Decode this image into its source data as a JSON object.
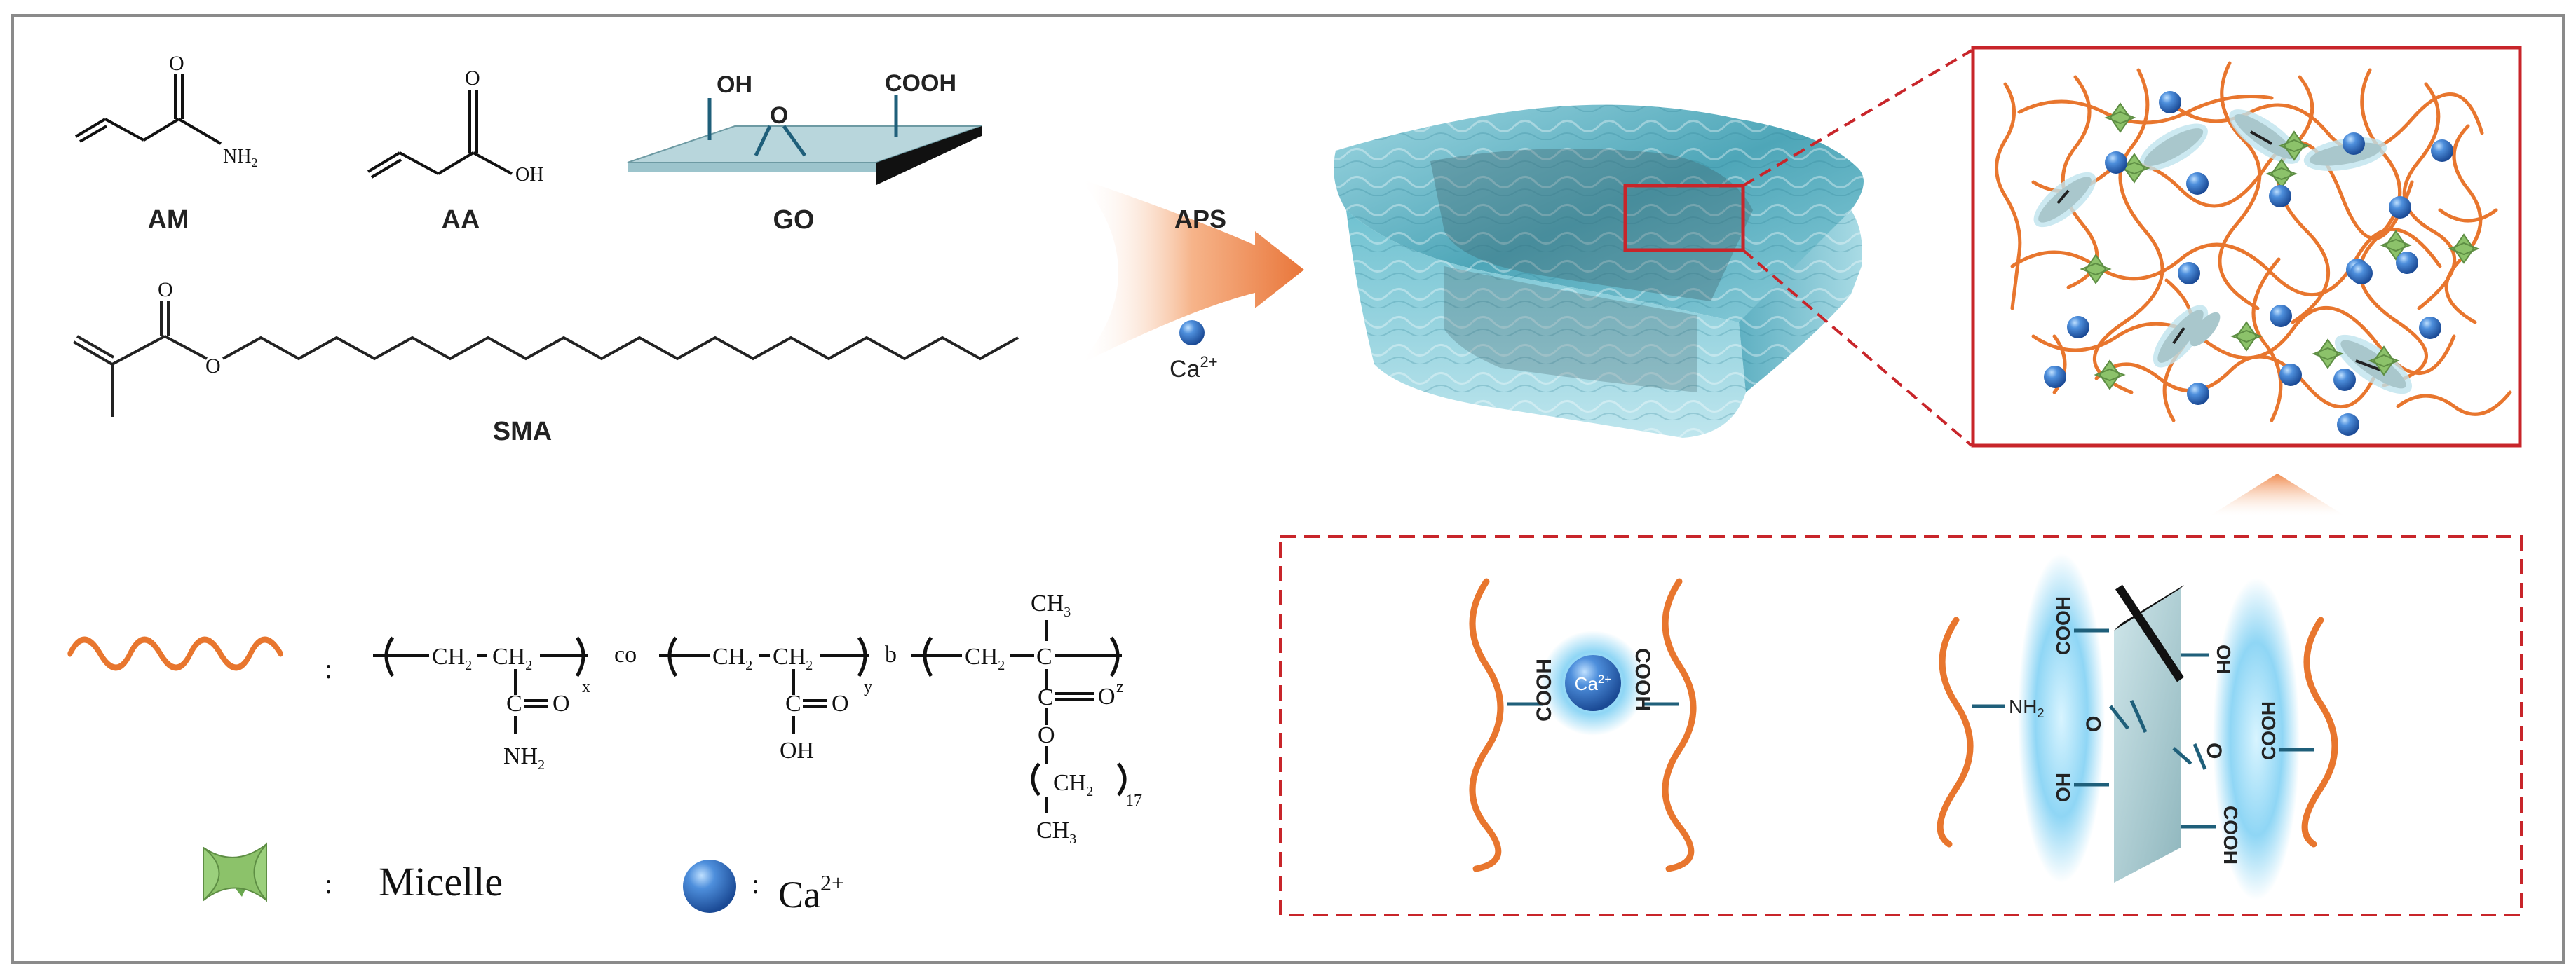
{
  "monomers": {
    "am_label": "AM",
    "aa_label": "AA",
    "go_label": "GO",
    "sma_label": "SMA",
    "am_o": "O",
    "am_nh2": "NH",
    "am_nh2_sub": "2",
    "aa_o": "O",
    "aa_oh": "OH",
    "sma_o1": "O",
    "sma_o2": "O",
    "go_oh": "OH",
    "go_o": "O",
    "go_cooh": "COOH"
  },
  "reaction": {
    "initiator": "APS",
    "ion_label": "Ca",
    "ion_sup": "2+"
  },
  "zoom_inset": {
    "ion_label": "Ca",
    "ion_sup": "2+",
    "cooh_left": "COOH",
    "cooh_right": "COOH",
    "go_interaction": {
      "nh2": "NH",
      "nh2_sub": "2",
      "cooh_top": "COOH",
      "o_left": "O",
      "oh_left": "OH",
      "oh_right": "OH",
      "o_right": "O",
      "cooh_bottom": "COOH",
      "cooh_far_right": "COOH"
    }
  },
  "legend": {
    "colon": ":",
    "formula": {
      "ch2": "CH",
      "sub2": "2",
      "ch": "CH",
      "x": "x",
      "y": "y",
      "z": "z",
      "co": "co",
      "b": "b",
      "c": "C",
      "o": "O",
      "eq_o": "O",
      "nh2": "NH",
      "oh": "OH",
      "ch3": "CH",
      "sub3": "3",
      "n17": "17"
    },
    "micelle_label": "Micelle",
    "ca_label": "Ca",
    "ca_sup": "2+"
  },
  "colors": {
    "chain": "#e8762e",
    "ion": "#2f6fc4",
    "micelle": "#8cc26a",
    "go_sheet": "#a9c7cc",
    "highlight_box": "#c8252a",
    "hydrogel": "#5fb4c4",
    "arrow": "#e9763a",
    "glow": "#9fdcf5"
  }
}
